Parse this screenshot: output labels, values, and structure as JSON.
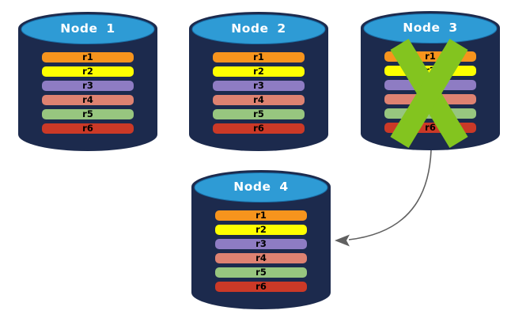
{
  "colors": {
    "background": "#ffffff",
    "cylinder_body": "#1C2A4D",
    "cylinder_top": "#2E9BD5",
    "cylinder_top_edge": "#1A6FA8",
    "failure_x": "#83C41F",
    "arrow": "#606060",
    "node_label_text": "#ffffff",
    "row_label_text": "#000000"
  },
  "nodes": [
    {
      "id": "node-1",
      "label": "Node 1",
      "failed": false,
      "rows": [
        {
          "label": "r1",
          "color": "#F7941D"
        },
        {
          "label": "r2",
          "color": "#FDFF00"
        },
        {
          "label": "r3",
          "color": "#8E7CC3"
        },
        {
          "label": "r4",
          "color": "#DE8271"
        },
        {
          "label": "r5",
          "color": "#97C67F"
        },
        {
          "label": "r6",
          "color": "#CB3927"
        }
      ]
    },
    {
      "id": "node-2",
      "label": "Node 2",
      "failed": false,
      "rows": [
        {
          "label": "r1",
          "color": "#F7941D"
        },
        {
          "label": "r2",
          "color": "#FDFF00"
        },
        {
          "label": "r3",
          "color": "#8E7CC3"
        },
        {
          "label": "r4",
          "color": "#DE8271"
        },
        {
          "label": "r5",
          "color": "#97C67F"
        },
        {
          "label": "r6",
          "color": "#CB3927"
        }
      ]
    },
    {
      "id": "node-3",
      "label": "Node 3",
      "failed": true,
      "rows": [
        {
          "label": "r1",
          "color": "#F7941D"
        },
        {
          "label": "r2",
          "color": "#FDFF00"
        },
        {
          "label": "r3",
          "color": "#8E7CC3"
        },
        {
          "label": "r4",
          "color": "#DE8271"
        },
        {
          "label": "r5",
          "color": "#97C67F"
        },
        {
          "label": "r6",
          "color": "#CB3927"
        }
      ]
    },
    {
      "id": "node-4",
      "label": "Node 4",
      "failed": false,
      "rows": [
        {
          "label": "r1",
          "color": "#F7941D"
        },
        {
          "label": "r2",
          "color": "#FDFF00"
        },
        {
          "label": "r3",
          "color": "#8E7CC3"
        },
        {
          "label": "r4",
          "color": "#DE8271"
        },
        {
          "label": "r5",
          "color": "#97C67F"
        },
        {
          "label": "r6",
          "color": "#CB3927"
        }
      ]
    }
  ],
  "arrow": {
    "from": "Node 3",
    "to": "Node 4"
  }
}
